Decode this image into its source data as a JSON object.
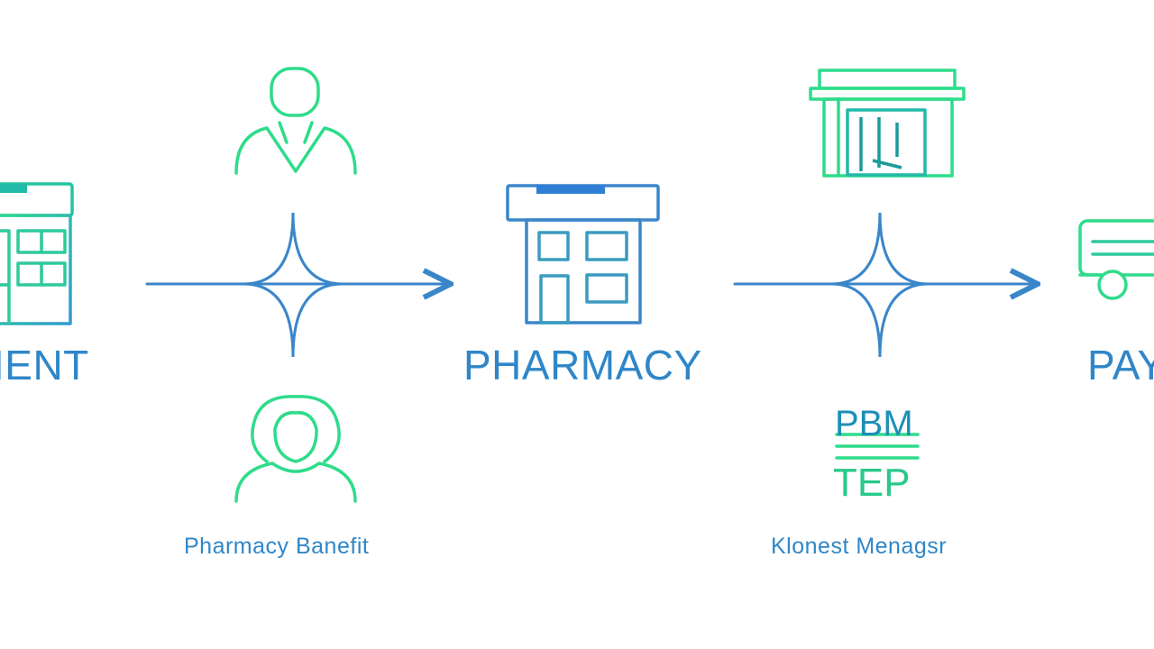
{
  "colors": {
    "blue": "#3a86c9",
    "green": "#2edc8a",
    "teal": "#21b9a8",
    "accent_blue": "#2f7fd6"
  },
  "nodes": {
    "patient": {
      "label": "IENT",
      "icon": "clinic-building-icon"
    },
    "pharmacy": {
      "label": "PHARMACY",
      "icon": "pharmacy-building-icon"
    },
    "payer": {
      "label": "PAY",
      "icon": "delivery-truck-icon"
    }
  },
  "connectors": {
    "left": {
      "top_icon": "doctor-person-icon",
      "bottom_icon": "woman-person-icon",
      "caption": "Pharmacy Banefit"
    },
    "right": {
      "top_icon": "storefront-icon",
      "pbm_text": "PBM",
      "tep_text": "TEP",
      "caption": "Klonest Menagsr"
    }
  }
}
